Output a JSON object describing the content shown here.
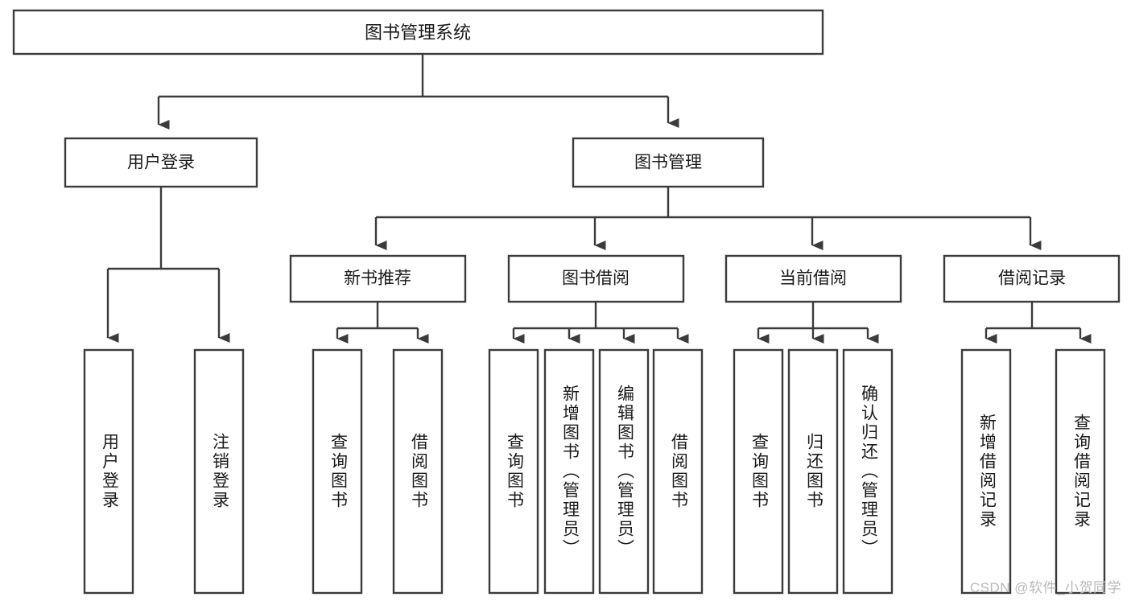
{
  "diagram": {
    "type": "tree-hierarchy",
    "title": "图书管理系统",
    "root": {
      "id": "root",
      "label": "图书管理系统"
    },
    "level2": [
      {
        "id": "user-login",
        "label": "用户登录"
      },
      {
        "id": "book-management",
        "label": "图书管理"
      }
    ],
    "level3": [
      {
        "id": "new-book-recommend",
        "label": "新书推荐",
        "parent": "book-management"
      },
      {
        "id": "book-borrow",
        "label": "图书借阅",
        "parent": "book-management"
      },
      {
        "id": "current-borrow",
        "label": "当前借阅",
        "parent": "book-management"
      },
      {
        "id": "borrow-record",
        "label": "借阅记录",
        "parent": "book-management"
      }
    ],
    "leaves": [
      {
        "id": "leaf-user-login",
        "label": "用户登录",
        "parent": "user-login"
      },
      {
        "id": "leaf-logout-login",
        "label": "注销登录",
        "parent": "user-login"
      },
      {
        "id": "leaf-query-book-1",
        "label": "查询图书",
        "parent": "new-book-recommend"
      },
      {
        "id": "leaf-borrow-book-1",
        "label": "借阅图书",
        "parent": "new-book-recommend"
      },
      {
        "id": "leaf-query-book-2",
        "label": "查询图书",
        "parent": "book-borrow"
      },
      {
        "id": "leaf-add-book",
        "label": "新增图书（管理员）",
        "parent": "book-borrow"
      },
      {
        "id": "leaf-edit-book",
        "label": "编辑图书（管理员）",
        "parent": "book-borrow"
      },
      {
        "id": "leaf-borrow-book-2",
        "label": "借阅图书",
        "parent": "book-borrow"
      },
      {
        "id": "leaf-query-book-3",
        "label": "查询图书",
        "parent": "current-borrow"
      },
      {
        "id": "leaf-return-book",
        "label": "归还图书",
        "parent": "current-borrow"
      },
      {
        "id": "leaf-confirm-return",
        "label": "确认归还（管理员）",
        "parent": "current-borrow"
      },
      {
        "id": "leaf-add-record",
        "label": "新增借阅记录",
        "parent": "borrow-record"
      },
      {
        "id": "leaf-query-record",
        "label": "查询借阅记录",
        "parent": "borrow-record"
      }
    ],
    "colors": {
      "stroke": "#3b3b3b",
      "box_fill": "#ffffff",
      "text": "#1a1a1a",
      "background": "#ffffff",
      "watermark": "#b9b9b9"
    }
  },
  "watermark": {
    "text": "CSDN @软件_小贺同学"
  }
}
